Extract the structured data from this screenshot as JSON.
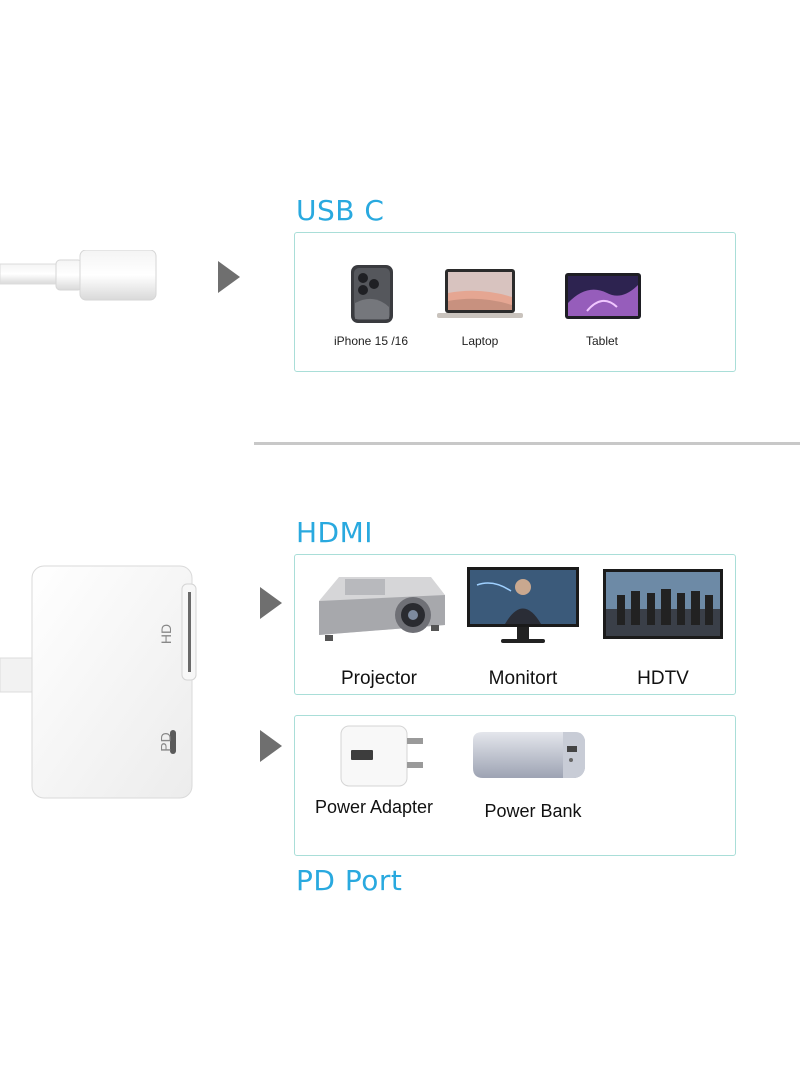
{
  "usbc": {
    "title": "USB C",
    "devices": [
      {
        "label": "iPhone 15 /16",
        "icon": "iphone-icon"
      },
      {
        "label": "Laptop",
        "icon": "laptop-icon"
      },
      {
        "label": "Tablet",
        "icon": "tablet-icon"
      }
    ]
  },
  "hdmi": {
    "title": "HDMI",
    "devices": [
      {
        "label": "Projector",
        "icon": "projector-icon"
      },
      {
        "label": "Monitort",
        "icon": "monitor-icon"
      },
      {
        "label": "HDTV",
        "icon": "hdtv-icon"
      }
    ]
  },
  "pd": {
    "title": "PD Port",
    "devices": [
      {
        "label": "Power Adapter",
        "icon": "power-adapter-icon"
      },
      {
        "label": "Power Bank",
        "icon": "power-bank-icon"
      }
    ]
  },
  "adapter": {
    "hd_label": "HD",
    "pd_label": "PD"
  },
  "colors": {
    "accent": "#29a9df",
    "box_border": "#a9ded8",
    "arrow": "#6f6f6f"
  }
}
